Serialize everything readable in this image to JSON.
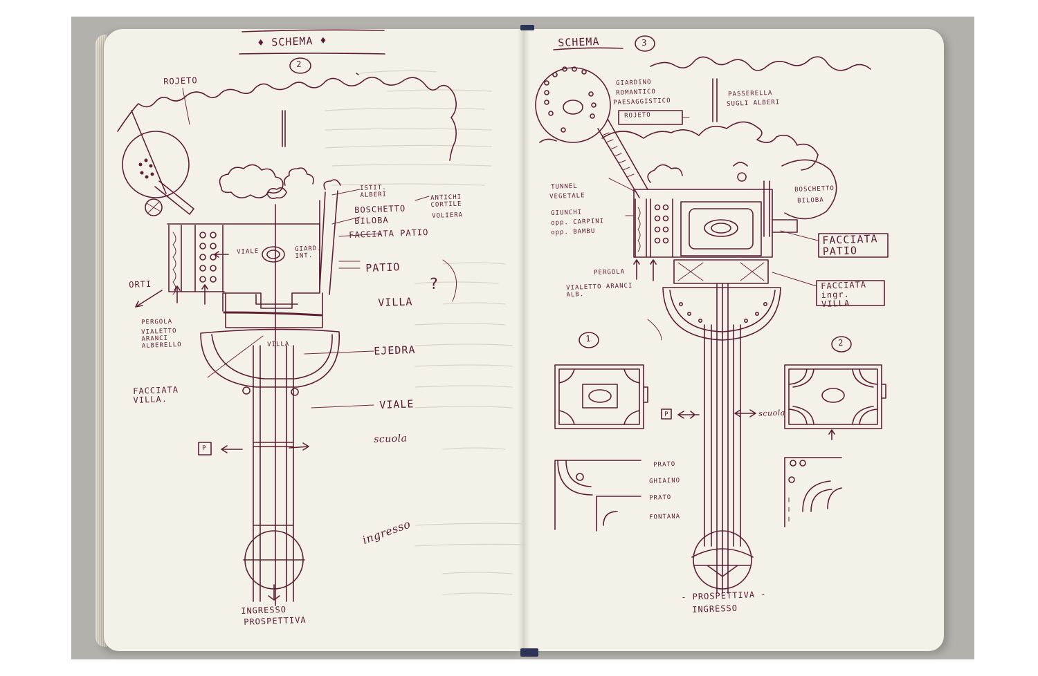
{
  "left_page": {
    "title": "SCHEMA",
    "number": "2",
    "labels": {
      "roseto": "ROJETO",
      "istit_alberi": "ISTIT. ALBERI",
      "boschetto": "BOSCHETTO",
      "biloba": "BILOBA",
      "antichi_cortile": "ANTICHI CORTILE",
      "voliera": "VOLIERA",
      "facciata_patio": "FACCIATA PATIO",
      "patio": "PATIO",
      "orti": "ORTI",
      "villa": "VILLA",
      "question": "?",
      "pergola": "PERGOLA",
      "vialetto": "VIALETTO ARANCI ALBERELLO",
      "esedra": "EJEDRA",
      "villa_small": "VILLA",
      "viale_small": "VIALE",
      "giard_int": "GIARD. INT.",
      "facciata_villa": "FACCIATA VILLA.",
      "viale": "VIALE",
      "scuola": "scuola",
      "parking": "P",
      "ingresso_script": "ingresso",
      "ingresso": "INGRESSO",
      "prospettiva": "PROSPETTIVA"
    }
  },
  "right_page": {
    "title": "SCHEMA",
    "number": "3",
    "labels": {
      "giardino": "GIARDINO",
      "romantico": "ROMANTICO",
      "paesaggistico": "PAESAGGISTICO",
      "roseto": "ROJETO",
      "passerella": "PASSERELLA",
      "sugli_alberi": "SUGLI ALBERI",
      "tunnel": "TUNNEL",
      "vegetale": "VEGETALE",
      "giunchi": "GIUNCHI",
      "carpini": "opp. CARPINI",
      "bambu": "opp. BAMBU",
      "boschetto": "BOSCHETTO",
      "biloba": "BILOBA",
      "facciata_patio": "FACCIATA PATIO",
      "pergola": "PERGOLA",
      "vialetto": "VIALETTO ARANCI ALB.",
      "facciata_villa": "FACCIATA ingr. VILLA",
      "variant_1": "1",
      "variant_2": "2",
      "parking": "P",
      "scuola": "scuola",
      "prato1": "PRATO",
      "ghiaino": "GHIAINO",
      "prato2": "PRATO",
      "fontana": "FONTANA",
      "prospettiva": "- PROSPETTIVA -",
      "ingresso": "INGRESSO"
    }
  },
  "colors": {
    "ink": "#5e1f33",
    "paper": "#f4f1e8",
    "backdrop": "#b3b1ac"
  }
}
